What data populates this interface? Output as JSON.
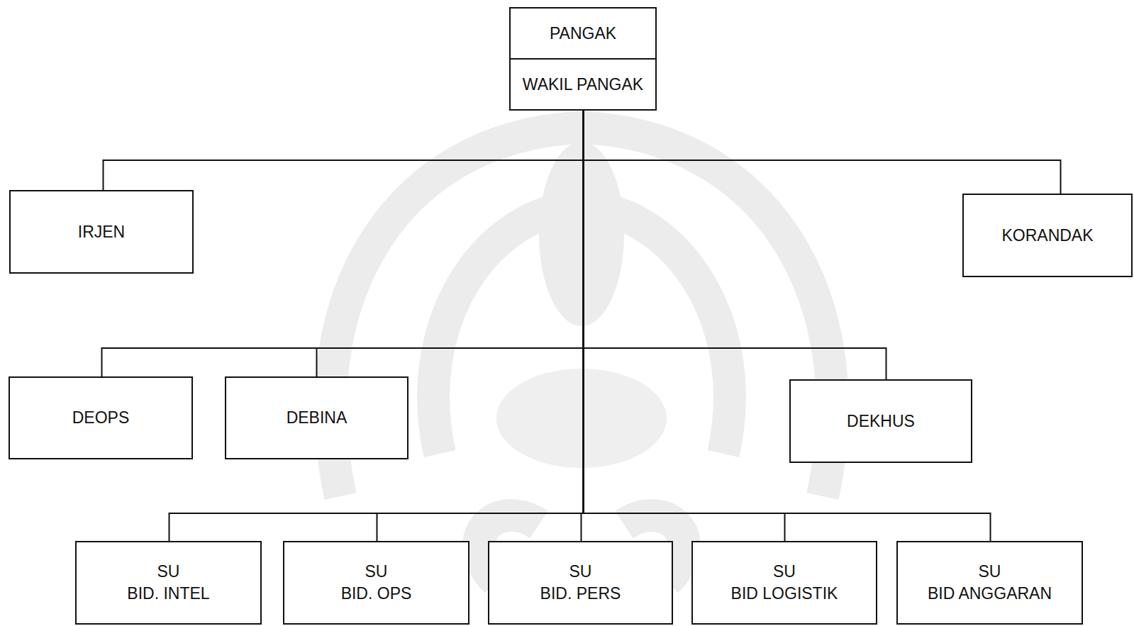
{
  "diagram": {
    "nodes": [
      {
        "text": [
          "PANGAK",
          "WAKIL PANGAK"
        ]
      },
      {
        "text": [
          "IRJEN"
        ]
      },
      {
        "text": [
          "KORANDAK"
        ]
      },
      {
        "text": [
          "DEOPS"
        ]
      },
      {
        "text": [
          "DEBINA"
        ]
      },
      {
        "text": [
          "DEKHUS"
        ]
      },
      {
        "text": [
          "SU BID. INTEL"
        ]
      },
      {
        "text": [
          "SU BID. OPS"
        ]
      },
      {
        "text": [
          "SU BID. PERS"
        ]
      },
      {
        "text": [
          "SU BID LOGISTIK"
        ]
      },
      {
        "text": [
          "SU BID ANGGARAN"
        ]
      }
    ],
    "edges": [
      {
        "from": 0,
        "to": 1,
        "arrow": "none"
      },
      {
        "from": 0,
        "to": 2,
        "arrow": "none"
      },
      {
        "from": 0,
        "to": 3,
        "arrow": "none"
      },
      {
        "from": 0,
        "to": 4,
        "arrow": "none"
      },
      {
        "from": 0,
        "to": 5,
        "arrow": "none"
      },
      {
        "from": 0,
        "to": 6,
        "arrow": "none"
      },
      {
        "from": 0,
        "to": 7,
        "arrow": "none"
      },
      {
        "from": 0,
        "to": 8,
        "arrow": "none"
      },
      {
        "from": 0,
        "to": 9,
        "arrow": "none"
      },
      {
        "from": 0,
        "to": 10,
        "arrow": "none"
      }
    ]
  }
}
